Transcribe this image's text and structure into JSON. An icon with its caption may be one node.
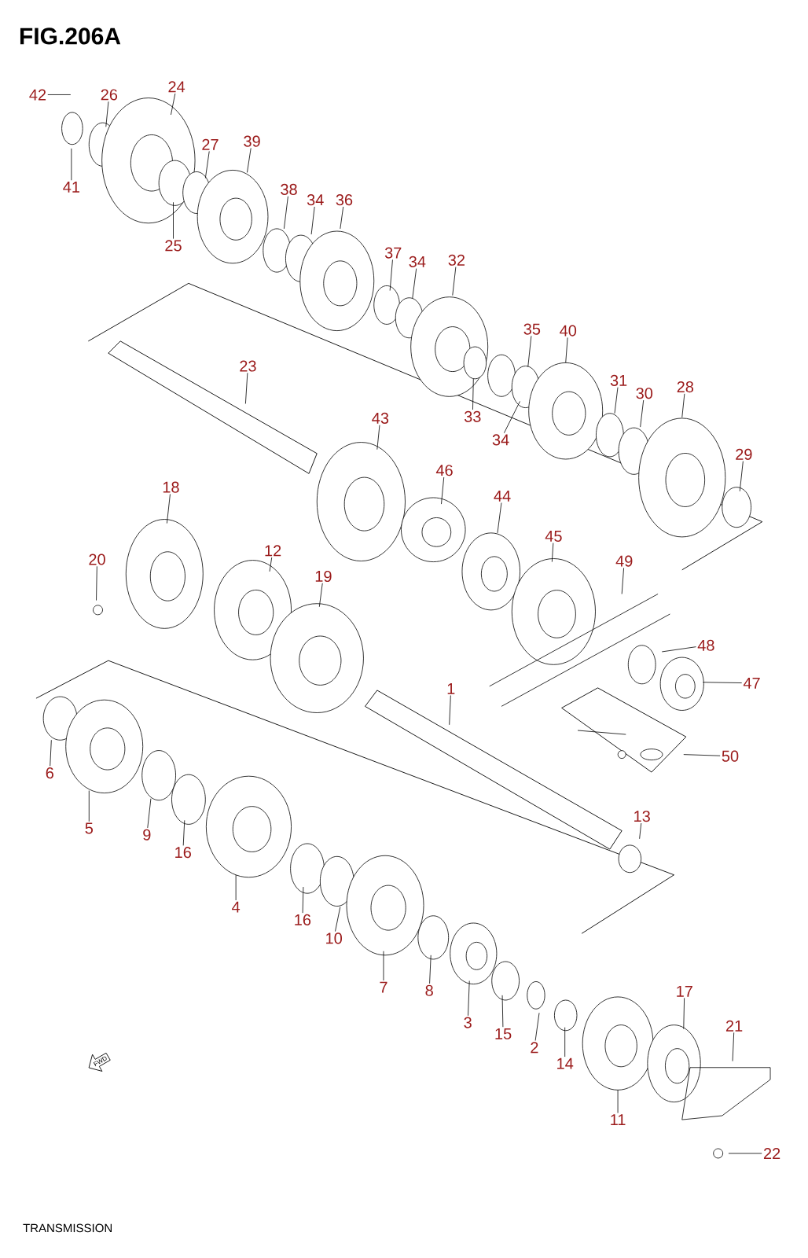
{
  "diagram": {
    "title": "FIG.206A",
    "caption": "TRANSMISSION",
    "nodes": [
      {
        "text": [
          "42"
        ]
      },
      {
        "text": [
          "26"
        ]
      },
      {
        "text": [
          "24"
        ]
      },
      {
        "text": [
          "41"
        ]
      },
      {
        "text": [
          "27"
        ]
      },
      {
        "text": [
          "39"
        ]
      },
      {
        "text": [
          "25"
        ]
      },
      {
        "text": [
          "38"
        ]
      },
      {
        "text": [
          "34"
        ]
      },
      {
        "text": [
          "36"
        ]
      },
      {
        "text": [
          "37"
        ]
      },
      {
        "text": [
          "34"
        ]
      },
      {
        "text": [
          "32"
        ]
      },
      {
        "text": [
          "23"
        ]
      },
      {
        "text": [
          "35"
        ]
      },
      {
        "text": [
          "40"
        ]
      },
      {
        "text": [
          "31"
        ]
      },
      {
        "text": [
          "30"
        ]
      },
      {
        "text": [
          "28"
        ]
      },
      {
        "text": [
          "29"
        ]
      },
      {
        "text": [
          "33"
        ]
      },
      {
        "text": [
          "34"
        ]
      },
      {
        "text": [
          "43"
        ]
      },
      {
        "text": [
          "46"
        ]
      },
      {
        "text": [
          "44"
        ]
      },
      {
        "text": [
          "18"
        ]
      },
      {
        "text": [
          "45"
        ]
      },
      {
        "text": [
          "49"
        ]
      },
      {
        "text": [
          "20"
        ]
      },
      {
        "text": [
          "12"
        ]
      },
      {
        "text": [
          "19"
        ]
      },
      {
        "text": [
          "48"
        ]
      },
      {
        "text": [
          "1"
        ]
      },
      {
        "text": [
          "47"
        ]
      },
      {
        "text": [
          "50"
        ]
      },
      {
        "text": [
          "6"
        ]
      },
      {
        "text": [
          "5"
        ]
      },
      {
        "text": [
          "9"
        ]
      },
      {
        "text": [
          "16"
        ]
      },
      {
        "text": [
          "13"
        ]
      },
      {
        "text": [
          "4"
        ]
      },
      {
        "text": [
          "16"
        ]
      },
      {
        "text": [
          "10"
        ]
      },
      {
        "text": [
          "7"
        ]
      },
      {
        "text": [
          "8"
        ]
      },
      {
        "text": [
          "3"
        ]
      },
      {
        "text": [
          "15"
        ]
      },
      {
        "text": [
          "2"
        ]
      },
      {
        "text": [
          "14"
        ]
      },
      {
        "text": [
          "17"
        ]
      },
      {
        "text": [
          "21"
        ]
      },
      {
        "text": [
          "11"
        ]
      },
      {
        "text": [
          "22"
        ]
      }
    ],
    "edges": [
      {
        "from": 0,
        "to": null,
        "arrow": "none"
      },
      {
        "from": 1,
        "to": null,
        "arrow": "none"
      },
      {
        "from": 2,
        "to": null,
        "arrow": "none"
      },
      {
        "from": 3,
        "to": null,
        "arrow": "none"
      },
      {
        "from": 4,
        "to": null,
        "arrow": "none"
      },
      {
        "from": 5,
        "to": null,
        "arrow": "none"
      },
      {
        "from": 6,
        "to": null,
        "arrow": "none"
      },
      {
        "from": 7,
        "to": null,
        "arrow": "none"
      },
      {
        "from": 8,
        "to": null,
        "arrow": "none"
      },
      {
        "from": 9,
        "to": null,
        "arrow": "none"
      },
      {
        "from": 10,
        "to": null,
        "arrow": "none"
      },
      {
        "from": 11,
        "to": null,
        "arrow": "none"
      },
      {
        "from": 12,
        "to": null,
        "arrow": "none"
      },
      {
        "from": 13,
        "to": null,
        "arrow": "none"
      },
      {
        "from": 14,
        "to": null,
        "arrow": "none"
      },
      {
        "from": 15,
        "to": null,
        "arrow": "none"
      },
      {
        "from": 16,
        "to": null,
        "arrow": "none"
      },
      {
        "from": 17,
        "to": null,
        "arrow": "none"
      },
      {
        "from": 18,
        "to": null,
        "arrow": "none"
      },
      {
        "from": 19,
        "to": null,
        "arrow": "none"
      },
      {
        "from": 20,
        "to": null,
        "arrow": "none"
      },
      {
        "from": 21,
        "to": null,
        "arrow": "none"
      },
      {
        "from": 22,
        "to": null,
        "arrow": "none"
      },
      {
        "from": 23,
        "to": null,
        "arrow": "none"
      },
      {
        "from": 24,
        "to": null,
        "arrow": "none"
      },
      {
        "from": 25,
        "to": null,
        "arrow": "none"
      },
      {
        "from": 26,
        "to": null,
        "arrow": "none"
      },
      {
        "from": 27,
        "to": null,
        "arrow": "none"
      },
      {
        "from": 28,
        "to": null,
        "arrow": "none"
      },
      {
        "from": 29,
        "to": null,
        "arrow": "none"
      },
      {
        "from": 30,
        "to": null,
        "arrow": "none"
      },
      {
        "from": 31,
        "to": null,
        "arrow": "none"
      },
      {
        "from": 32,
        "to": null,
        "arrow": "none"
      },
      {
        "from": 33,
        "to": null,
        "arrow": "none"
      },
      {
        "from": 34,
        "to": null,
        "arrow": "none"
      },
      {
        "from": 35,
        "to": null,
        "arrow": "none"
      },
      {
        "from": 36,
        "to": null,
        "arrow": "none"
      },
      {
        "from": 37,
        "to": null,
        "arrow": "none"
      },
      {
        "from": 38,
        "to": null,
        "arrow": "none"
      },
      {
        "from": 39,
        "to": null,
        "arrow": "none"
      },
      {
        "from": 40,
        "to": null,
        "arrow": "none"
      },
      {
        "from": 41,
        "to": null,
        "arrow": "none"
      },
      {
        "from": 42,
        "to": null,
        "arrow": "none"
      },
      {
        "from": 43,
        "to": null,
        "arrow": "none"
      },
      {
        "from": 44,
        "to": null,
        "arrow": "none"
      },
      {
        "from": 45,
        "to": null,
        "arrow": "none"
      },
      {
        "from": 46,
        "to": null,
        "arrow": "none"
      },
      {
        "from": 47,
        "to": null,
        "arrow": "none"
      },
      {
        "from": 48,
        "to": null,
        "arrow": "none"
      },
      {
        "from": 49,
        "to": null,
        "arrow": "none"
      },
      {
        "from": 50,
        "to": null,
        "arrow": "none"
      },
      {
        "from": 51,
        "to": null,
        "arrow": "none"
      },
      {
        "from": 52,
        "to": null,
        "arrow": "none"
      }
    ],
    "labels": [
      "FWD"
    ]
  }
}
